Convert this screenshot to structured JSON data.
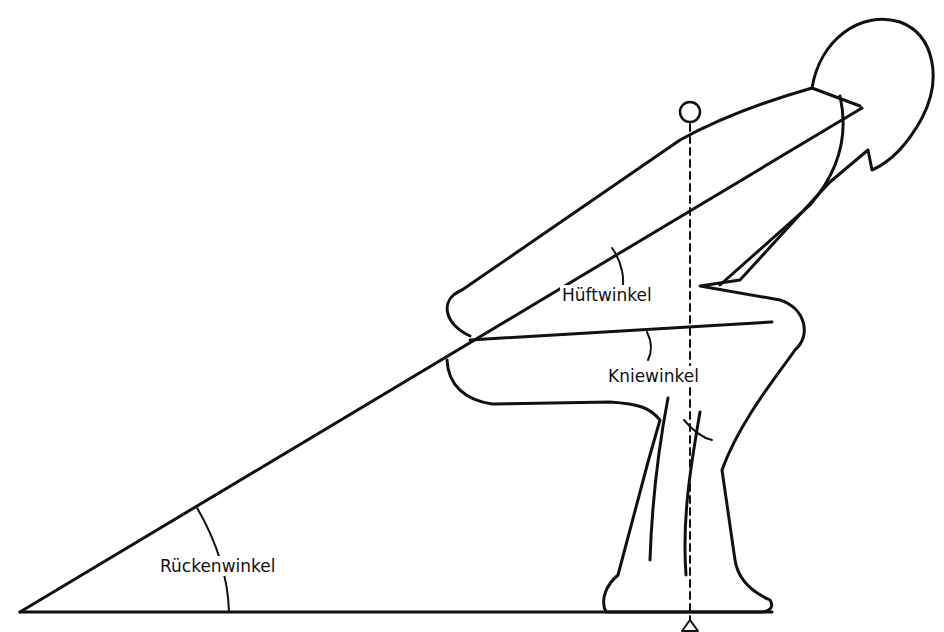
{
  "diagram": {
    "labels": [
      "Hüftwinkel",
      "Kniewinkel",
      "Rückenwinkel"
    ]
  }
}
